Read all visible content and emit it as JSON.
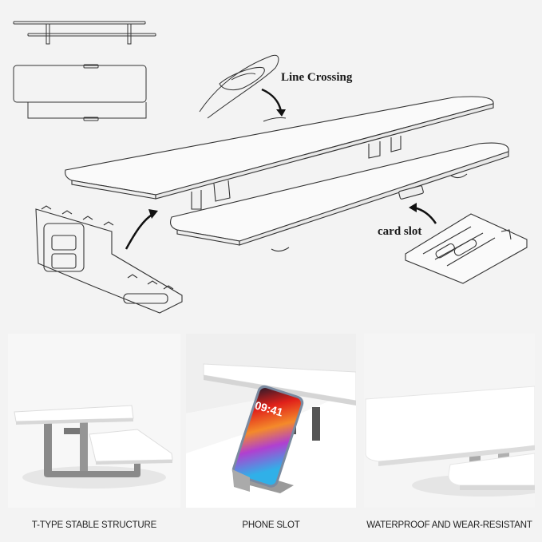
{
  "diagram": {
    "callouts": {
      "line_crossing": "Line Crossing",
      "card_slot": "card slot"
    }
  },
  "features": [
    {
      "caption": "T-TYPE STABLE STRUCTURE"
    },
    {
      "caption": "PHONE SLOT",
      "phone_time": "09:41"
    },
    {
      "caption": "WATERPROOF AND WEAR-RESISTANT"
    }
  ],
  "colors": {
    "background": "#f3f3f3",
    "line_art": "#333333",
    "shelf_white": "#ffffff",
    "bracket_gray": "#8a8a8a"
  }
}
